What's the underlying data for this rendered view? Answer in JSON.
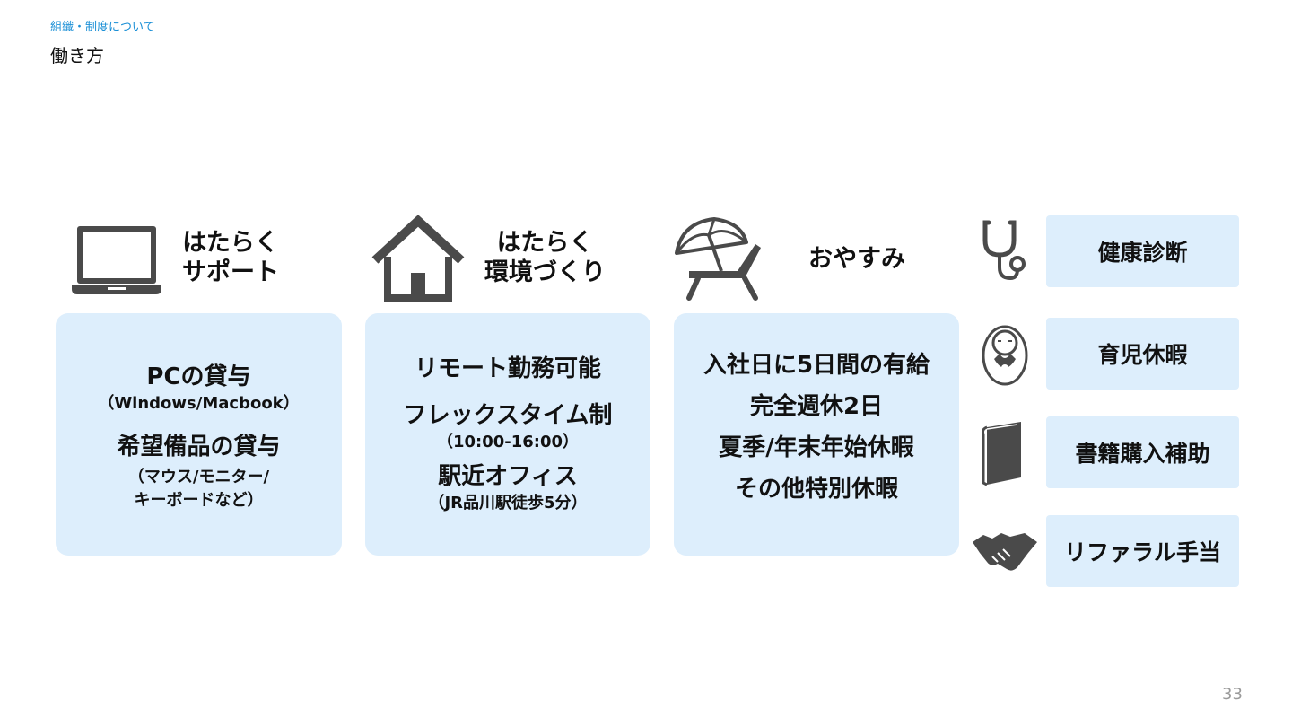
{
  "header": {
    "breadcrumb": "組織・制度について",
    "title": "働き方"
  },
  "columns": [
    {
      "icon": "laptop-icon",
      "title_lines": [
        "はたらく",
        "サポート"
      ],
      "card_lines": [
        {
          "text": "PCの貸与",
          "style": "big"
        },
        {
          "text": "（Windows/Macbook）",
          "style": "small"
        },
        {
          "text": "希望備品の貸与",
          "style": "big"
        },
        {
          "text": "（マウス/モニター/",
          "style": "small"
        },
        {
          "text": "キーボードなど）",
          "style": "small"
        }
      ]
    },
    {
      "icon": "house-icon",
      "title_lines": [
        "はたらく",
        "環境づくり"
      ],
      "card_lines": [
        {
          "text": "リモート勤務可能",
          "style": "big"
        },
        {
          "text": "フレックスタイム制",
          "style": "big"
        },
        {
          "text": "（10:00-16:00）",
          "style": "small"
        },
        {
          "text": "駅近オフィス",
          "style": "big"
        },
        {
          "text": "（JR品川駅徒歩5分）",
          "style": "small"
        }
      ]
    },
    {
      "icon": "beach-umbrella-chair-icon",
      "title_lines": [
        "おやすみ"
      ],
      "card_lines": [
        {
          "text": "入社日に5日間の有給",
          "style": "big"
        },
        {
          "text": "完全週休2日",
          "style": "big"
        },
        {
          "text": "夏季/年末年始休暇",
          "style": "big"
        },
        {
          "text": "その他特別休暇",
          "style": "big"
        }
      ]
    }
  ],
  "benefits": [
    {
      "icon": "stethoscope-icon",
      "label": "健康診断"
    },
    {
      "icon": "baby-icon",
      "label": "育児休暇"
    },
    {
      "icon": "book-icon",
      "label": "書籍購入補助"
    },
    {
      "icon": "handshake-icon",
      "label": "リファラル手当"
    }
  ],
  "footer": {
    "page_number": "33"
  },
  "colors": {
    "accent": "#1a8fd6",
    "card_background": "#ddeefc",
    "icon": "#4a4a4a",
    "page_number": "#9a9a9a"
  }
}
